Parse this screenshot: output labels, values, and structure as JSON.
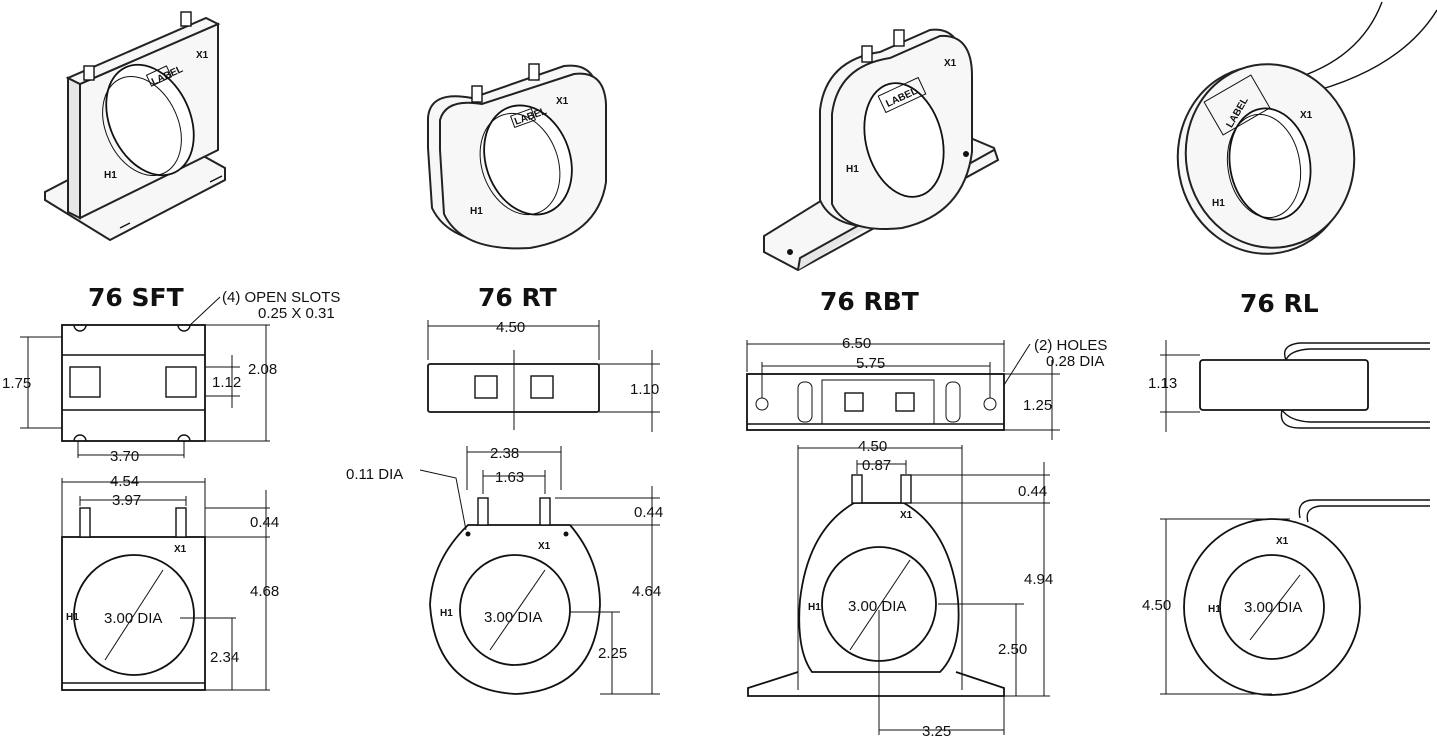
{
  "models": [
    {
      "title": "76 SFT",
      "label_text": "LABEL",
      "note_slots": "(4) OPEN SLOTS",
      "note_slots_size": "0.25 X 0.31",
      "dims": {
        "d175": "1.75",
        "d112": "1.12",
        "d208": "2.08",
        "d370": "3.70",
        "d454": "4.54",
        "d397": "3.97",
        "d044": "0.44",
        "d468": "4.68",
        "d234": "2.34",
        "hole": "3.00 DIA"
      },
      "mark_x1": "X1",
      "mark_h1": "H1"
    },
    {
      "title": "76 RT",
      "label_text": "LABEL",
      "dims": {
        "d450": "4.50",
        "d110": "1.10",
        "d238": "2.38",
        "d163": "1.63",
        "d011": "0.11 DIA",
        "d044": "0.44",
        "d464": "4.64",
        "d225": "2.25",
        "hole": "3.00 DIA"
      },
      "mark_x1": "X1",
      "mark_h1": "H1"
    },
    {
      "title": "76  RBT",
      "label_text": "LABEL",
      "note_holes": "(2) HOLES",
      "note_holes_size": "0.28 DIA",
      "dims": {
        "d650": "6.50",
        "d575": "5.75",
        "d125": "1.25",
        "d450": "4.50",
        "d087": "0.87",
        "d044": "0.44",
        "d494": "4.94",
        "d250": "2.50",
        "d325": "3.25",
        "hole": "3.00 DIA"
      },
      "mark_x1": "X1",
      "mark_h1": "H1"
    },
    {
      "title": "76 RL",
      "label_text": "LABEL",
      "dims": {
        "d113": "1.13",
        "d450": "4.50",
        "hole": "3.00 DIA"
      },
      "mark_x1": "X1",
      "mark_h1": "H1"
    }
  ]
}
